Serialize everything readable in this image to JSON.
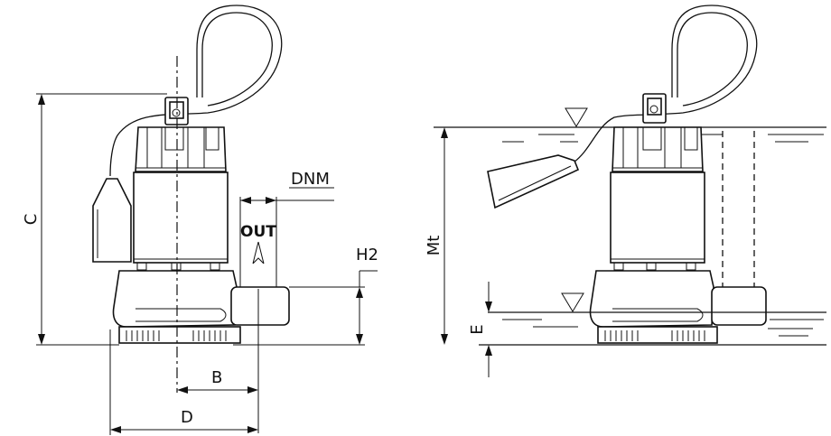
{
  "labels": {
    "c": "C",
    "dnm": "DNM",
    "out": "OUT",
    "h2": "H2",
    "b": "B",
    "d": "D",
    "mt": "Mt",
    "e": "E"
  }
}
